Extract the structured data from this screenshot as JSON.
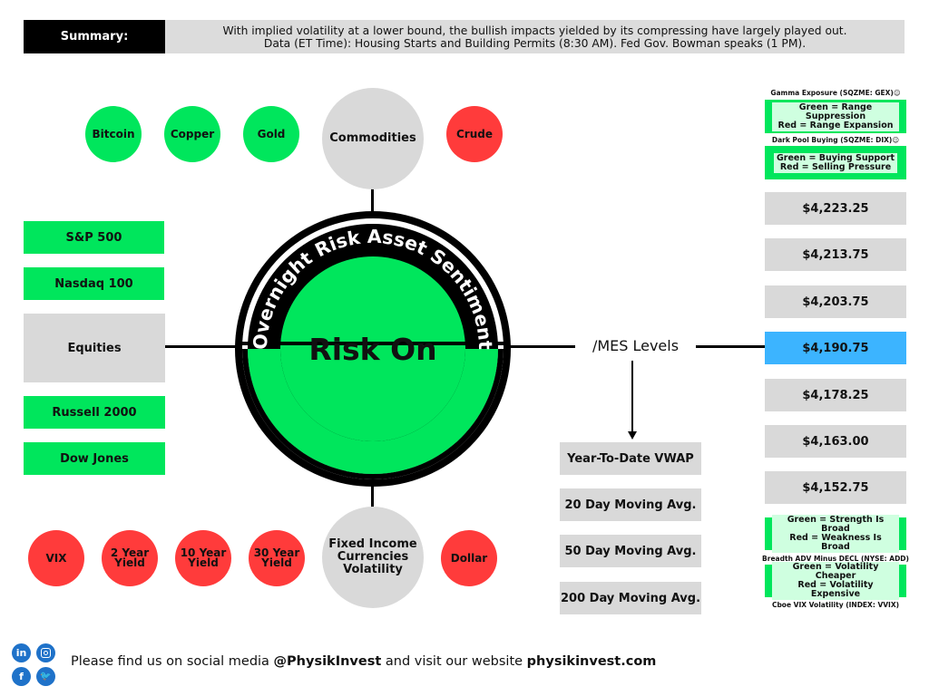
{
  "summary": {
    "label": "Summary:",
    "line1": "With implied volatility at a lower bound, the bullish impacts yielded by its compressing have largely played out.",
    "line2": "Data (ET Time): Housing Starts and Building Permits (8:30 AM). Fed Gov. Bowman speaks (1 PM)."
  },
  "commodities": {
    "hub": "Commodities",
    "items": [
      "Bitcoin",
      "Copper",
      "Gold",
      "Crude"
    ]
  },
  "equities": {
    "hub": "Equities",
    "items": [
      "S&P 500",
      "Nasdaq 100",
      "Russell 2000",
      "Dow Jones"
    ]
  },
  "fixed_income": {
    "hub_line1": "Fixed Income",
    "hub_line2": "Currencies",
    "hub_line3": "Volatility",
    "items": [
      {
        "l1": "VIX",
        "l2": ""
      },
      {
        "l1": "2 Year",
        "l2": "Yield"
      },
      {
        "l1": "10 Year",
        "l2": "Yield"
      },
      {
        "l1": "30 Year",
        "l2": "Yield"
      },
      {
        "l1": "Dollar",
        "l2": ""
      }
    ]
  },
  "center": {
    "arc_title": "Overnight Risk Asset Sentiment",
    "status": "Risk On"
  },
  "mes": {
    "label": "/MES Levels",
    "levels": [
      "$4,223.25",
      "$4,213.75",
      "$4,203.75",
      "$4,190.75",
      "$4,178.25",
      "$4,163.00",
      "$4,152.75"
    ],
    "moving_averages": [
      "Year-To-Date VWAP",
      "20 Day Moving Avg.",
      "50 Day Moving Avg.",
      "200 Day Moving Avg."
    ]
  },
  "indicators": {
    "gex_caption": "Gamma Exposure (SQZME: GEX)",
    "gex_green": "Green = Range Suppression",
    "gex_red": "Red = Range Expansion",
    "dix_caption": "Dark Pool Buying (SQZME: DIX)",
    "dix_green": "Green = Buying Support",
    "dix_red": "Red = Selling Pressure",
    "add_green": "Green = Strength Is Broad",
    "add_red": "Red = Weakness Is Broad",
    "add_caption": "Breadth ADV Minus DECL (NYSE: ADD)",
    "vvix_green": "Green = Volatility Cheaper",
    "vvix_red": "Red = Volatility Expensive",
    "vvix_caption": "Cboe VIX Volatility (INDEX: VVIX)"
  },
  "footer": {
    "prefix": "Please find us on social media ",
    "handle": "@PhysikInvest",
    "middle": " and visit our website ",
    "site": "physikinvest.com"
  },
  "colors": {
    "green": "#00e65c",
    "red": "#ff3b3b",
    "grey": "#d9d9d9",
    "highlight": "#3cb4ff"
  },
  "icons": [
    "linkedin-icon",
    "instagram-icon",
    "facebook-icon",
    "twitter-icon",
    "emoji-icon"
  ]
}
